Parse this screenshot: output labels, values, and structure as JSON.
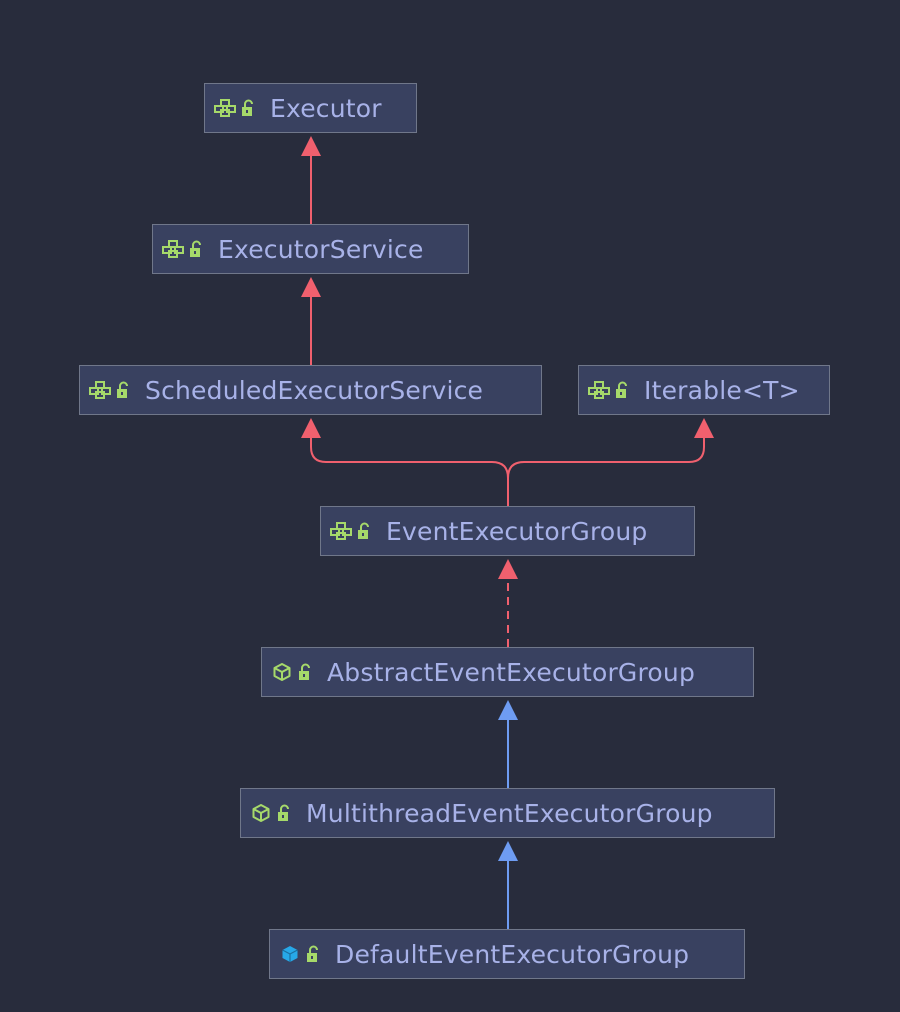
{
  "diagram": {
    "type": "uml-class-hierarchy",
    "colors": {
      "background": "#282c3c",
      "node_fill": "#394160",
      "node_border": "#70778a",
      "label": "#a8b2e8",
      "interface_icon": "#a6d96a",
      "class_icon": "#a6d96a",
      "final_class_icon": "#27a8e8",
      "lock_icon": "#a6d96a",
      "extends_interface_edge": "#f0606e",
      "implements_edge": "#f0606e",
      "extends_class_edge": "#6e9cf2"
    },
    "nodes": [
      {
        "id": "executor",
        "label": "Executor",
        "kind": "interface"
      },
      {
        "id": "executor-service",
        "label": "ExecutorService",
        "kind": "interface"
      },
      {
        "id": "scheduled-executor-service",
        "label": "ScheduledExecutorService",
        "kind": "interface"
      },
      {
        "id": "iterable",
        "label": "Iterable<T>",
        "kind": "interface"
      },
      {
        "id": "event-executor-group",
        "label": "EventExecutorGroup",
        "kind": "interface"
      },
      {
        "id": "abstract-event-executor-group",
        "label": "AbstractEventExecutorGroup",
        "kind": "abstract-class"
      },
      {
        "id": "multithread-event-executor-group",
        "label": "MultithreadEventExecutorGroup",
        "kind": "abstract-class"
      },
      {
        "id": "default-event-executor-group",
        "label": "DefaultEventExecutorGroup",
        "kind": "class"
      }
    ],
    "edges": [
      {
        "from": "executor-service",
        "to": "executor",
        "relation": "extends",
        "style": "solid",
        "color": "#f0606e"
      },
      {
        "from": "scheduled-executor-service",
        "to": "executor-service",
        "relation": "extends",
        "style": "solid",
        "color": "#f0606e"
      },
      {
        "from": "event-executor-group",
        "to": "scheduled-executor-service",
        "relation": "extends",
        "style": "solid",
        "color": "#f0606e"
      },
      {
        "from": "event-executor-group",
        "to": "iterable",
        "relation": "extends",
        "style": "solid",
        "color": "#f0606e"
      },
      {
        "from": "abstract-event-executor-group",
        "to": "event-executor-group",
        "relation": "implements",
        "style": "dashed",
        "color": "#f0606e"
      },
      {
        "from": "multithread-event-executor-group",
        "to": "abstract-event-executor-group",
        "relation": "extends",
        "style": "solid",
        "color": "#6e9cf2"
      },
      {
        "from": "default-event-executor-group",
        "to": "multithread-event-executor-group",
        "relation": "extends",
        "style": "solid",
        "color": "#6e9cf2"
      }
    ]
  }
}
